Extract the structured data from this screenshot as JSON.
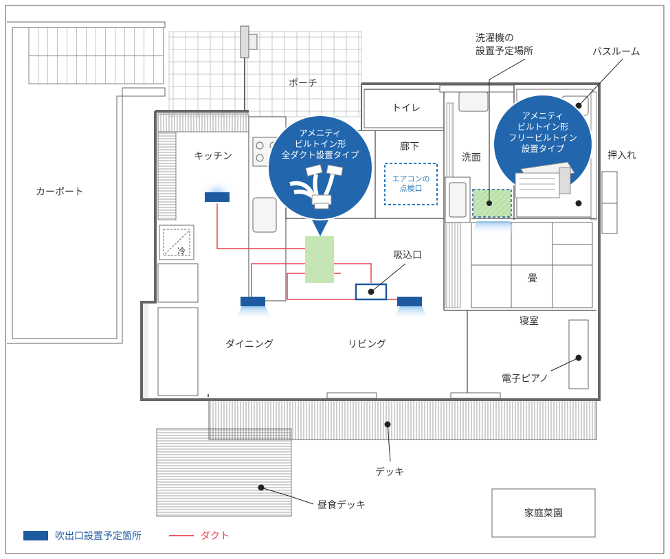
{
  "rooms": {
    "porch": "ポーチ",
    "toilet": "トイレ",
    "hallway": "廊下",
    "kitchen": "キッチン",
    "washroom": "洗面",
    "closet": "押入れ",
    "tatami": "畳",
    "bedroom": "寝室",
    "carport": "カーポート",
    "dining": "ダイニング",
    "living": "リビング",
    "deck": "デッキ",
    "noon_deck": "昼食デッキ",
    "garden": "家庭菜園",
    "fridge": "冷"
  },
  "annotations": {
    "washer_line1": "洗濯機の",
    "washer_line2": "設置予定場所",
    "bathroom": "バスルーム",
    "intake": "吸込口",
    "piano": "電子ピアノ",
    "inspection_line1": "エアコンの",
    "inspection_line2": "点検口"
  },
  "bubbles": {
    "left": {
      "line1": "アメニティ",
      "line2": "ビルトイン形",
      "line3": "全ダクト設置タイプ"
    },
    "right": {
      "line1": "アメニティ",
      "line2": "ビルトイン形",
      "line3": "フリービルトイン",
      "line4": "設置タイプ"
    }
  },
  "legend": {
    "outlet_label": "吹出口設置予定箇所",
    "duct_label": "ダクト"
  },
  "colors": {
    "outlet": "#1e5aa0",
    "bubble": "#2266ad",
    "duct": "#e8434f",
    "unit_green": "#c5e5b5",
    "inspection": "#2a7bbf",
    "wall": "#555555"
  }
}
